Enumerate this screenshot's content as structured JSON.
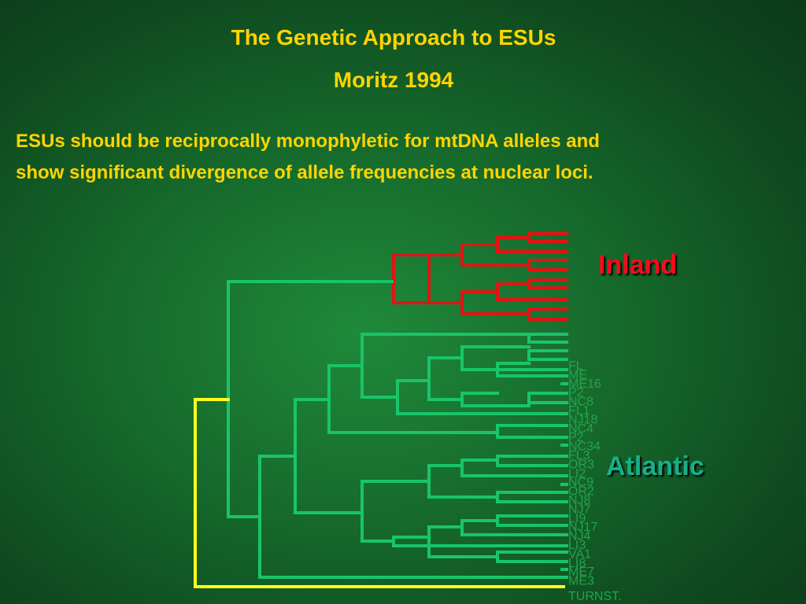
{
  "slide": {
    "title": "The Genetic Approach to ESUs",
    "subtitle": "Moritz 1994",
    "text_lines": [
      "ESUs should be reciprocally monophyletic for mtDNA alleles and",
      "show significant divergence of allele frequencies at nuclear loci."
    ]
  },
  "tree": {
    "labels": {
      "inland": "Inland",
      "atlantic": "Atlantic",
      "outgroup": "TURNST."
    },
    "leaf_labels": [
      "FL",
      "ME",
      "ME16",
      "P2",
      "NC8",
      "FL1",
      "NJ18",
      "NC4",
      "P2",
      "NC34",
      "FL3",
      "OR3",
      "LI2",
      "NC9",
      "OR2",
      "NJ8",
      "NJ7",
      "LI9",
      "NJ17",
      "NJ4",
      "LI3",
      "VA1",
      "LI8",
      "ME7",
      "ME3"
    ],
    "colors": {
      "inland": "#e01414",
      "atlantic": "#19c46a",
      "outgroup": "#ffff1a",
      "leaf_text": "#23a34e"
    }
  }
}
